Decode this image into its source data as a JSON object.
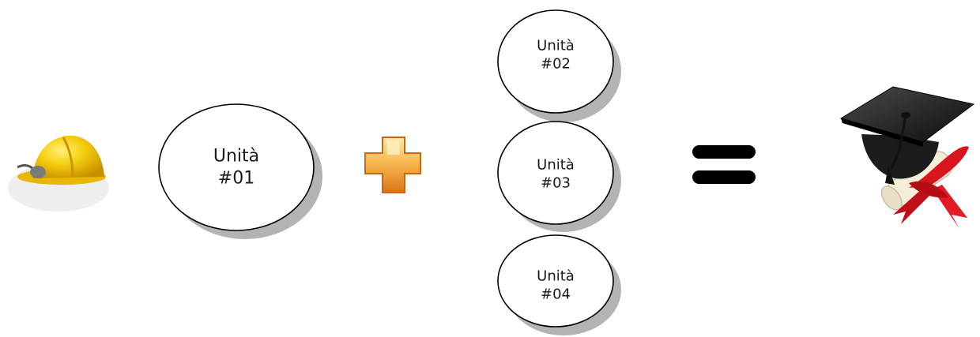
{
  "diagram": {
    "hard_hat": {
      "icon": "hard-hat-icon",
      "color": "#f2c200"
    },
    "unit_01": {
      "line1": "Unità",
      "line2": "#01"
    },
    "plus": {
      "icon": "plus-icon",
      "color": "#f2a12e"
    },
    "unit_02": {
      "line1": "Unità",
      "line2": "#02"
    },
    "unit_03": {
      "line1": "Unità",
      "line2": "#03"
    },
    "unit_04": {
      "line1": "Unità",
      "line2": "#04"
    },
    "equals": {
      "icon": "equals-icon",
      "color": "#000000"
    },
    "graduation_cap": {
      "icon": "graduation-cap-diploma-icon",
      "ribbon_color": "#d8141c"
    }
  }
}
